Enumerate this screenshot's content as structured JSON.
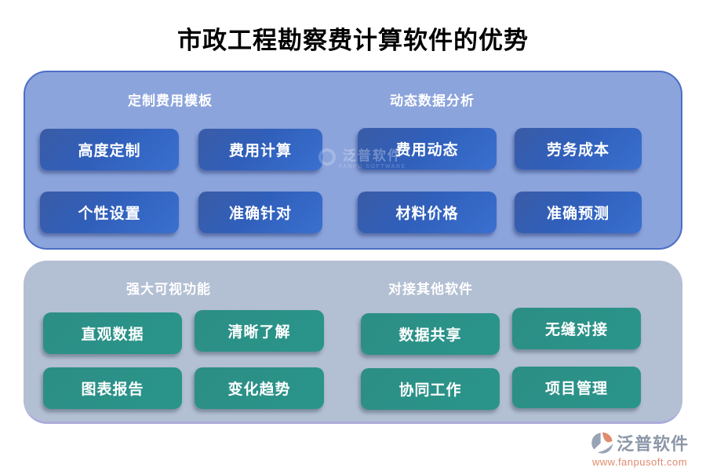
{
  "page": {
    "title": "市政工程勘察费计算软件的优势"
  },
  "sections": [
    {
      "id": "top",
      "theme": "blue",
      "groups": [
        {
          "heading": "定制费用模板",
          "buttons": [
            "高度定制",
            "费用计算",
            "个性设置",
            "准确针对"
          ]
        },
        {
          "heading": "动态数据分析",
          "buttons": [
            "费用动态",
            "劳务成本",
            "材料价格",
            "准确预测"
          ]
        }
      ]
    },
    {
      "id": "bottom",
      "theme": "teal",
      "groups": [
        {
          "heading": "强大可视功能",
          "buttons": [
            "直观数据",
            "清晰了解",
            "图表报告",
            "变化趋势"
          ]
        },
        {
          "heading": "对接其他软件",
          "buttons": [
            "数据共享",
            "无缝对接",
            "协同工作",
            "项目管理"
          ]
        }
      ]
    }
  ],
  "watermark": {
    "text": "泛普软件",
    "subtext": "FANPU SOFTWARE"
  },
  "brand": {
    "name": "泛普软件",
    "url": "www.fanpusoft.com"
  },
  "colors": {
    "panel_top": "#8CA4DC",
    "panel_top_border": "#4C6EC5",
    "panel_bottom": "#B3BFD3",
    "button_blue": "#3160BC",
    "button_teal": "#2A938A",
    "brand_gray": "#8C97A7",
    "brand_orange": "#E08A6E"
  }
}
